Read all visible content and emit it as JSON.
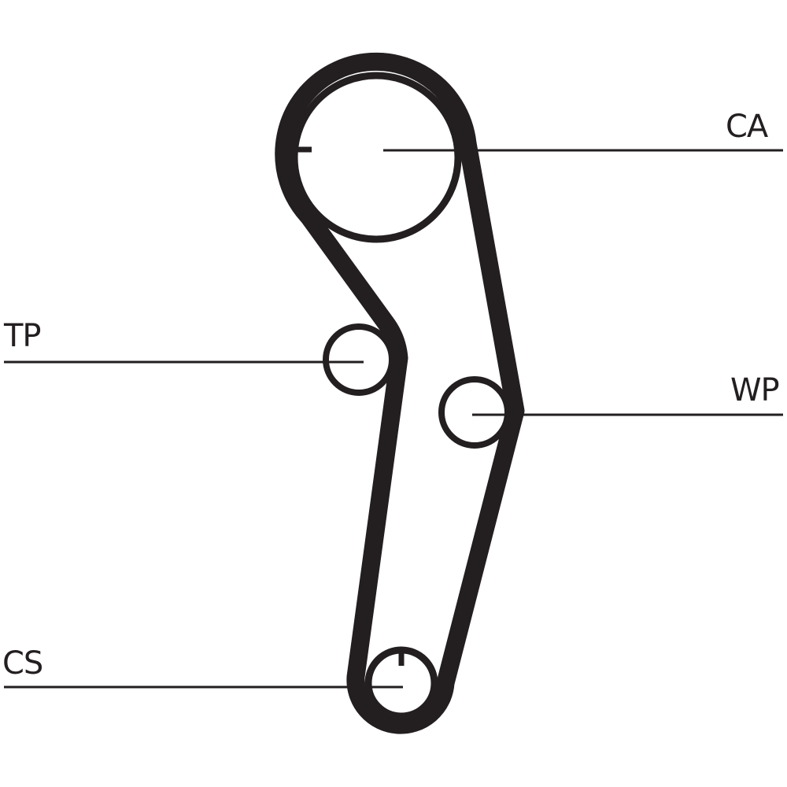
{
  "labels": {
    "ca": "CA",
    "tp": "TP",
    "wp": "WP",
    "cs": "CS"
  },
  "colors": {
    "ink": "#231f20",
    "background": "#ffffff"
  }
}
